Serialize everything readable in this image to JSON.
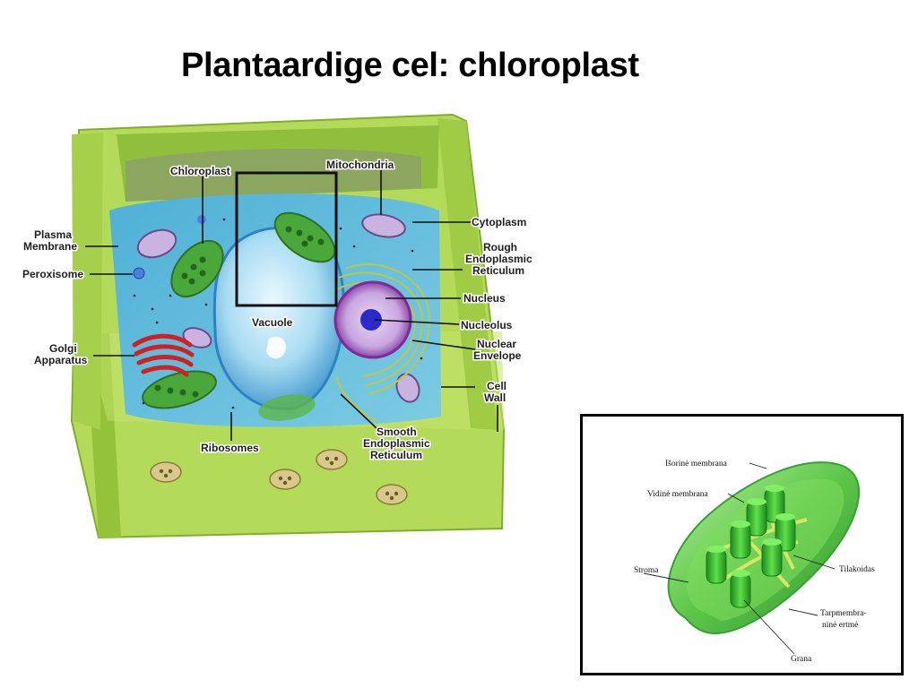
{
  "slide": {
    "title": "Plantaardige cel: chloroplast"
  },
  "cell_labels": {
    "chloroplast": "Chloroplast",
    "mitochondria": "Mitochondria",
    "cytoplasm": "Cytoplasm",
    "plasma_membrane_1": "Plasma",
    "plasma_membrane_2": "Membrane",
    "peroxisome": "Peroxisome",
    "rough_er_1": "Rough",
    "rough_er_2": "Endoplasmic",
    "rough_er_3": "Reticulum",
    "nucleus": "Nucleus",
    "vacuole": "Vacuole",
    "nucleolus": "Nucleolus",
    "nuclear_envelope_1": "Nuclear",
    "nuclear_envelope_2": "Envelope",
    "golgi_1": "Golgi",
    "golgi_2": "Apparatus",
    "cell_wall_1": "Cell",
    "cell_wall_2": "Wall",
    "ribosomes": "Ribosomes",
    "smooth_er_1": "Smooth",
    "smooth_er_2": "Endoplasmic",
    "smooth_er_3": "Reticulum"
  },
  "inset_labels": {
    "outer_membrane": "Išorinė membrana",
    "inner_membrane": "Vidinė membrana",
    "stroma": "Stroma",
    "thylakoids": "Tilakoidas",
    "intermembrane_1": "Tarpmembra-",
    "intermembrane_2": "ninė ertmė",
    "grana": "Grana"
  },
  "colors": {
    "cell_wall": "#a8d048",
    "cell_wall_dark": "#7fae2a",
    "cytoplasm": "#6fc2dc",
    "vacuole": "#a9dcf2",
    "nucleus": "#8a3aa0",
    "golgi": "#d21f1f",
    "chloroplast": "#4aa83a",
    "highlight_box": "#111111"
  }
}
